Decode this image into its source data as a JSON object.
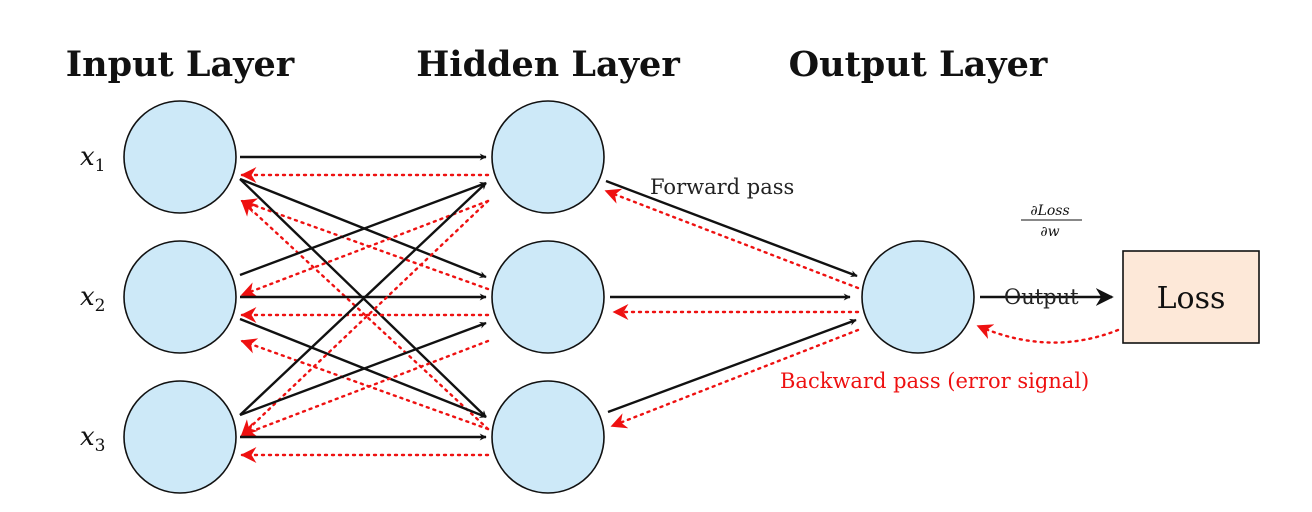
{
  "layers": {
    "input_title": "Input Layer",
    "hidden_title": "Hidden Layer",
    "output_title": "Output Layer"
  },
  "inputs": [
    {
      "var": "x",
      "sub": "1"
    },
    {
      "var": "x",
      "sub": "2"
    },
    {
      "var": "x",
      "sub": "3"
    }
  ],
  "labels": {
    "forward_pass": "Forward pass",
    "backward_pass": "Backward pass (error signal)",
    "output": "Output",
    "loss": "Loss",
    "gradient_numerator": "∂Loss",
    "gradient_denominator": "∂w"
  },
  "colors": {
    "neuron_fill": "#cde9f8",
    "loss_fill": "#fde8d8",
    "forward_arrow": "#111111",
    "backward_arrow": "#ee1111"
  }
}
